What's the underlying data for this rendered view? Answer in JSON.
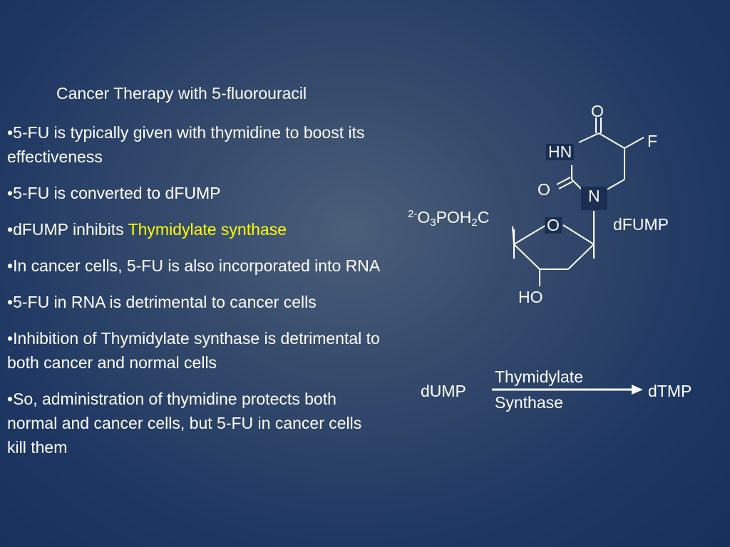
{
  "title": "Cancer Therapy with 5-fluorouracil",
  "bullets": [
    {
      "prefix": "•",
      "text": "5-FU is typically given with thymidine to boost its effectiveness",
      "highlight": ""
    },
    {
      "prefix": "•",
      "text": "5-FU is converted to dFUMP",
      "highlight": ""
    },
    {
      "prefix": "•",
      "text": "dFUMP inhibits ",
      "highlight": "Thymidylate synthase"
    },
    {
      "prefix": "•",
      "text": "In cancer cells, 5-FU is also incorporated into RNA",
      "highlight": ""
    },
    {
      "prefix": "•",
      "text": "5-FU in RNA is detrimental to cancer cells",
      "highlight": ""
    },
    {
      "prefix": "•",
      "text": "Inhibition of Thymidylate synthase is detrimental to both cancer and normal cells",
      "highlight": ""
    },
    {
      "prefix": "•",
      "text": "So, administration of thymidine protects both normal and cancer cells, but 5-FU in cancer cells kill them",
      "highlight": ""
    }
  ],
  "structure": {
    "o_top": "O",
    "f": "F",
    "hn": "HN",
    "o_left": "O",
    "n": "N",
    "phosphate_sup": "2-",
    "phosphate_o": "O",
    "phosphate_sub3": "3",
    "phosphate_poh": "POH",
    "phosphate_sub2": "2",
    "phosphate_c": "C",
    "ring_o": "O",
    "name": "dFUMP",
    "ho": "HO"
  },
  "reaction": {
    "substrate": "dUMP",
    "enzyme_line1": "Thymidylate",
    "enzyme_line2": "Synthase",
    "product": "dTMP"
  },
  "colors": {
    "background": "#2b4066",
    "text": "#ffffff",
    "highlight": "#ffff00"
  }
}
